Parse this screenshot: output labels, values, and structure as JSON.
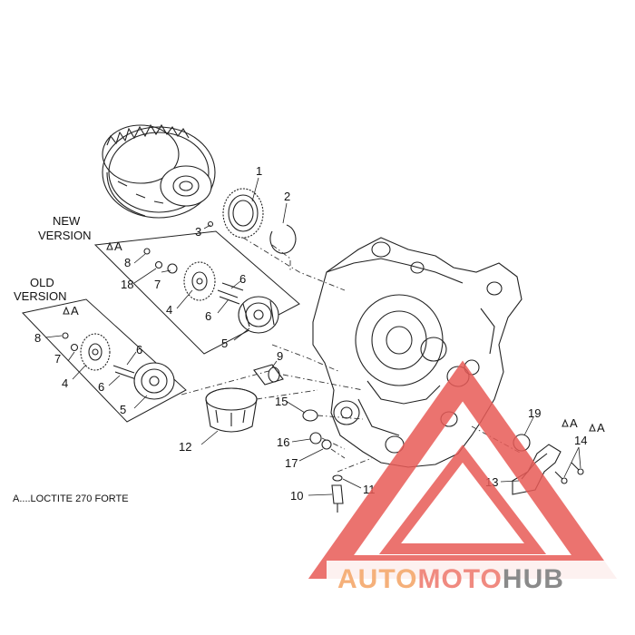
{
  "labels": {
    "new_version": "NEW\nVERSION",
    "old_version": "OLD\nVERSION",
    "note": "A....LOCTITE 270 FORTE",
    "marker_a": "A"
  },
  "callouts": [
    "1",
    "2",
    "3",
    "4",
    "5",
    "6",
    "7",
    "8",
    "9",
    "10",
    "11",
    "12",
    "13",
    "14",
    "15",
    "16",
    "17",
    "18",
    "19"
  ],
  "watermark": {
    "part1": "AUTO",
    "part2": "MOTO",
    "part3": "HUB",
    "color1": "#f5b07a",
    "color2": "#f08a80",
    "color3": "#8a8a8a",
    "triangle_color": "#e85b57"
  }
}
